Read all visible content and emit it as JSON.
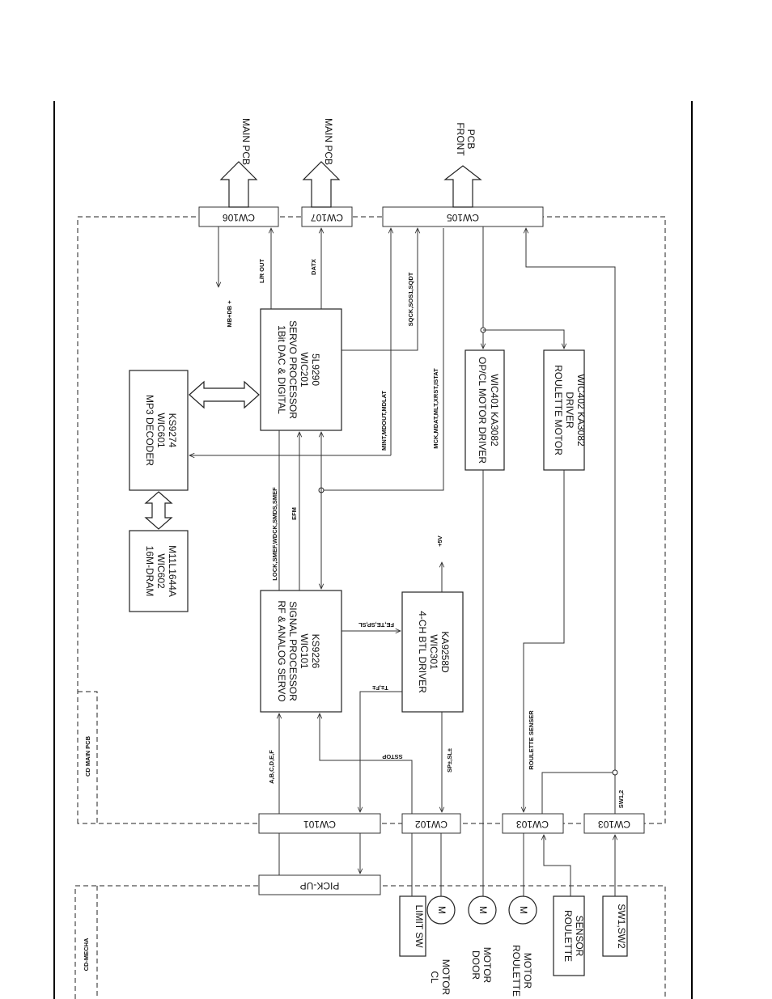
{
  "regions": {
    "cd_main_pcb": "CD MAIN PCB",
    "cd_mecha": "CD-MECHA"
  },
  "blocks": {
    "dac": [
      "1Bit DAC & DIGITAL",
      "SERVO PROCESSOR",
      "WIC201",
      "5L9290"
    ],
    "mp3": [
      "MP3 DECODER",
      "WIC601",
      "KS9274"
    ],
    "dram": [
      "16M-DRAM",
      "WIC602",
      "M11L1644A"
    ],
    "rf": [
      "RF & ANALOG SERVO",
      "SIGNAL PROCESSOR",
      "WIC101",
      "KS9226"
    ],
    "btl": [
      "4-CH BTL DRIVER",
      "WIC301",
      "KA9258D"
    ],
    "opcl": [
      "OP/CL MOTOR DRIVER",
      "WIC401 KA3082"
    ],
    "roulette_drv": [
      "ROULETTE MOTOR",
      "DRIVER",
      "WIC402 KA3082"
    ],
    "pickup": "PICK-UP",
    "limit_sw": "LIMIT SW",
    "roulette_sensor": [
      "ROULETTE",
      "SENSOR"
    ],
    "sw12": "SW1,SW2",
    "motor_symbol": "M"
  },
  "connectors": {
    "cw106": "CW106",
    "cw107": "CW107",
    "cw105": "CW105",
    "cw101": "CW101",
    "cw102": "CW102",
    "cw103a": "CW103",
    "cw103b": "CW103"
  },
  "destinations": {
    "main1": "MAIN PCB",
    "main2": "MAIN PCB",
    "front": [
      "FRONT",
      "PCB"
    ]
  },
  "motors": {
    "cl": [
      "CL",
      "MOTOR"
    ],
    "door": [
      "DOOR",
      "MOTOR"
    ],
    "roulette": [
      "ROULETTE",
      "MOTOR"
    ]
  },
  "signals": {
    "mb_db": "MB+DB +",
    "lr_out": "L/R OUT",
    "datx": "DATX",
    "sqck": "SQCK,SOS1,SQDT",
    "mint": "MINT,MDOUT,MDLAT",
    "mck": "MCK,MDAT,MLT,XRST,ISTAT",
    "lock": "LOCK,SMEF,WDCK,SMDS,SMEF",
    "efm": "EFM",
    "plus5v": "+5V",
    "fe": "FE,TE,SP,SL",
    "tf": "T±,F±",
    "sstop": "SSTOP",
    "abcdef": "A,B,C,D,E,F",
    "sp_sl": "SP±,SL±",
    "roulette_senser": "ROULETTE SENSER",
    "sw12_sig": "SW1,2"
  }
}
